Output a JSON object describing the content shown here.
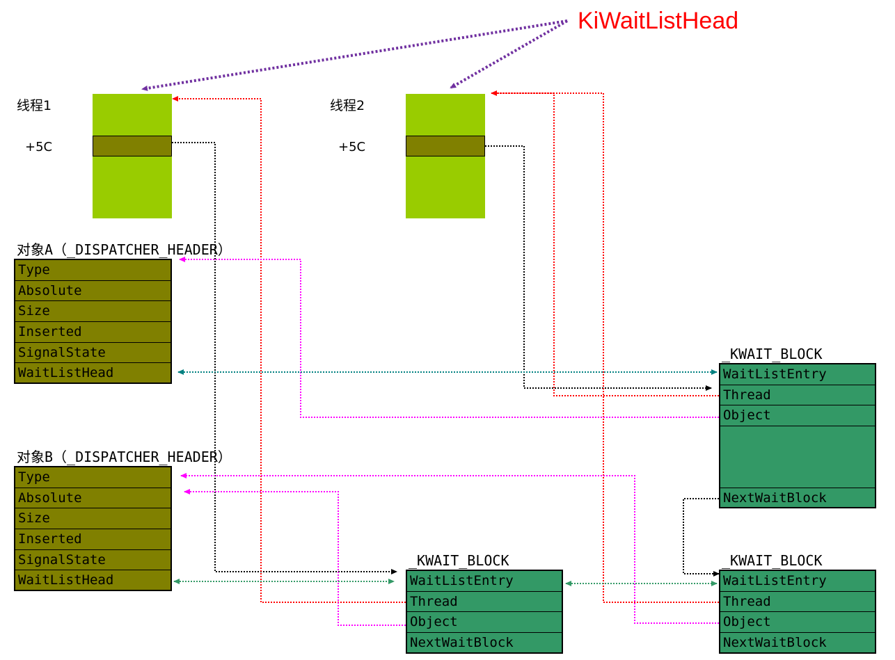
{
  "title": "KiWaitListHead",
  "colors": {
    "title": "#ff0000",
    "title_arrows": "#7030a0",
    "thread_fill": "#99cc00",
    "thread_field": "#808000",
    "dispatcher_fill": "#808000",
    "wait_block_fill": "#339966",
    "link_black": "#000000",
    "link_red": "#ff0000",
    "link_magenta": "#ff00ff",
    "link_teal": "#008080",
    "link_green": "#339966"
  },
  "threads": [
    {
      "label": "线程1",
      "offset_label": "+5C"
    },
    {
      "label": "线程2",
      "offset_label": "+5C"
    }
  ],
  "objects": [
    {
      "title": "对象A（_DISPATCHER_HEADER）",
      "fields": [
        "Type",
        "Absolute",
        "Size",
        "Inserted",
        "SignalState",
        "WaitListHead"
      ]
    },
    {
      "title": "对象B（_DISPATCHER_HEADER）",
      "fields": [
        "Type",
        "Absolute",
        "Size",
        "Inserted",
        "SignalState",
        "WaitListHead"
      ]
    }
  ],
  "wait_blocks": [
    {
      "title": "_KWAIT_BLOCK",
      "fields": [
        "WaitListEntry",
        "Thread",
        "Object",
        "",
        "NextWaitBlock"
      ]
    },
    {
      "title": "_KWAIT_BLOCK",
      "fields": [
        "WaitListEntry",
        "Thread",
        "Object",
        "NextWaitBlock"
      ]
    },
    {
      "title": "_KWAIT_BLOCK",
      "fields": [
        "WaitListEntry",
        "Thread",
        "Object",
        "NextWaitBlock"
      ]
    }
  ]
}
